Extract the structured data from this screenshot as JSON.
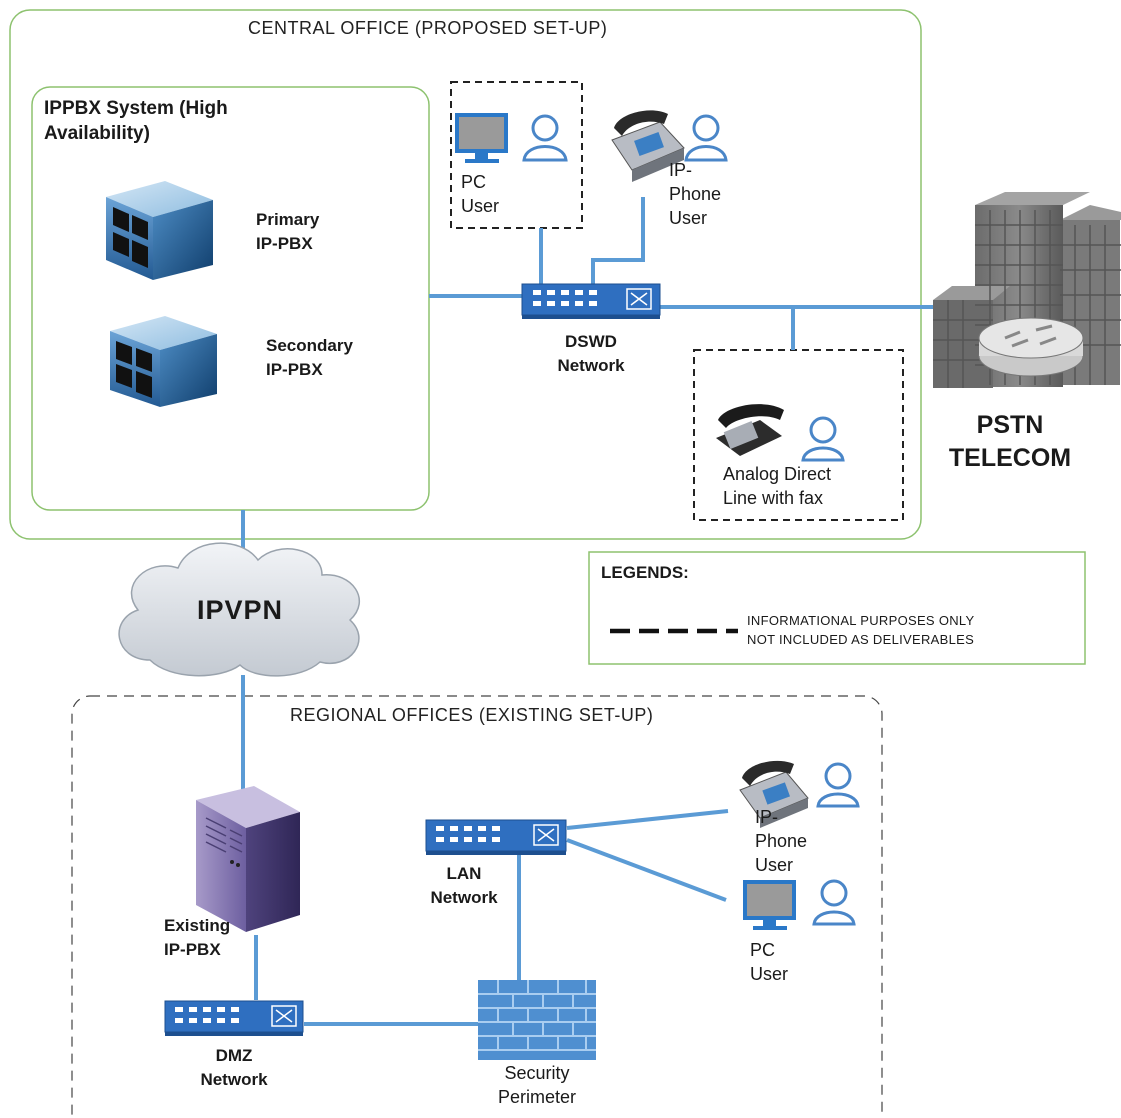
{
  "central_office": {
    "title": "CENTRAL OFFICE (PROPOSED SET-UP)",
    "ippbx_system_line1": "IPPBX System (High",
    "ippbx_system_line2": "Availability)",
    "primary_line1": "Primary",
    "primary_line2": "IP-PBX",
    "secondary_line1": "Secondary",
    "secondary_line2": "IP-PBX",
    "pc_user_line1": "PC",
    "pc_user_line2": "User",
    "ip_phone_line1": "IP-",
    "ip_phone_line2": "Phone",
    "ip_phone_line3": "User",
    "dswd_line1": "DSWD",
    "dswd_line2": "Network",
    "analog_line1": "Analog Direct",
    "analog_line2": "Line with fax"
  },
  "pstn": {
    "line1": "PSTN",
    "line2": "TELECOM"
  },
  "ipvpn": "IPVPN",
  "legend": {
    "title": "LEGENDS:",
    "line1": "INFORMATIONAL PURPOSES ONLY",
    "line2": "NOT INCLUDED AS DELIVERABLES"
  },
  "regional_offices": {
    "title": "REGIONAL OFFICES (EXISTING SET-UP)",
    "existing_line1": "Existing",
    "existing_line2": "IP-PBX",
    "lan_line1": "LAN",
    "lan_line2": "Network",
    "ip_phone_line1": "IP-",
    "ip_phone_line2": "Phone",
    "ip_phone_line3": "User",
    "pc_user_line1": "PC",
    "pc_user_line2": "User",
    "dmz_line1": "DMZ",
    "dmz_line2": "Network",
    "security_line1": "Security",
    "security_line2": "Perimeter"
  },
  "colors": {
    "link": "#5b9bd5",
    "green_border": "#8dc26f",
    "switch": "#2f6fc0",
    "person": "#4a86c8"
  }
}
